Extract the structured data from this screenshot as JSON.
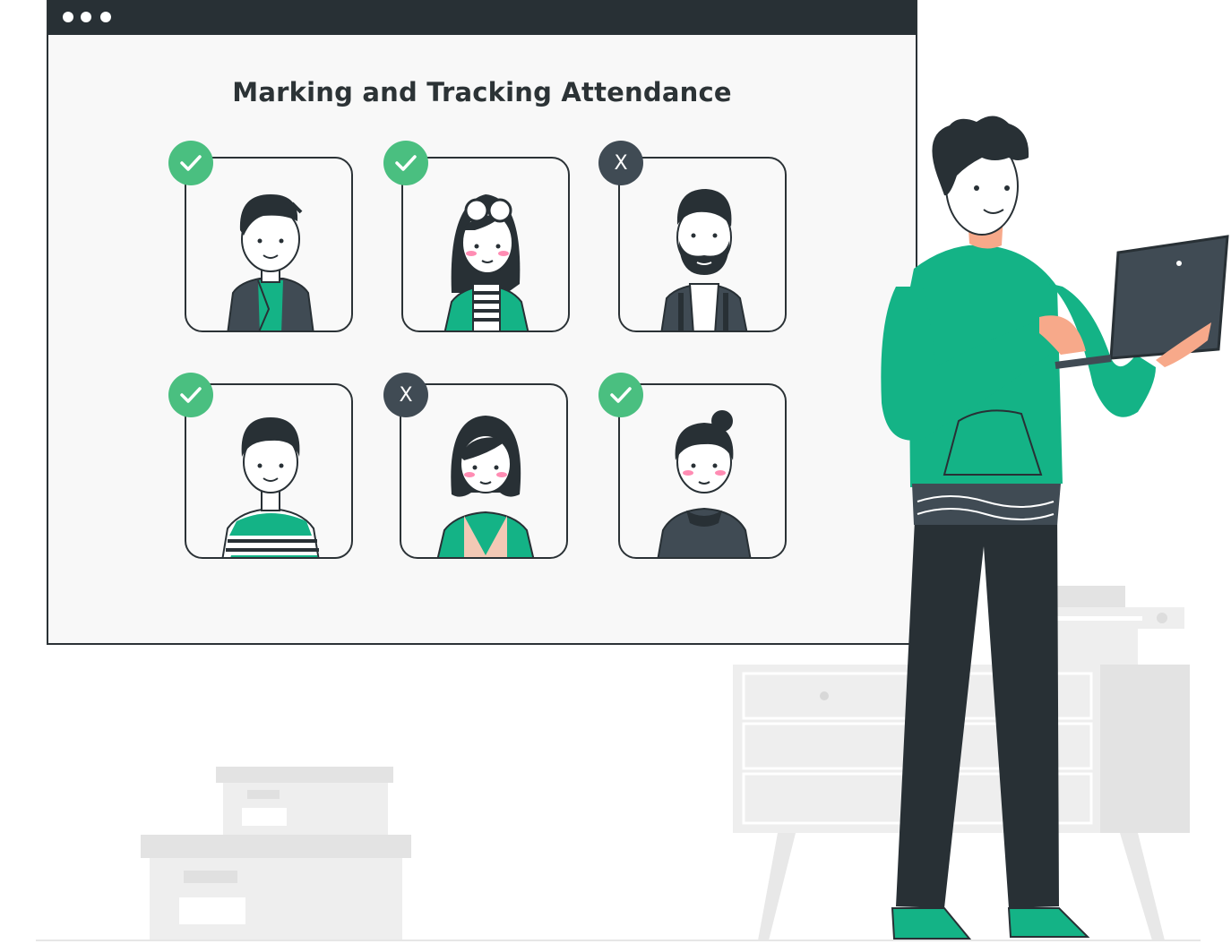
{
  "window": {
    "title": "Marking and Tracking Attendance",
    "titlebar_dots": [
      "window-dot-1",
      "window-dot-2",
      "window-dot-3"
    ]
  },
  "attendance": [
    {
      "status": "present",
      "icon": "checkmark-icon"
    },
    {
      "status": "present",
      "icon": "checkmark-icon"
    },
    {
      "status": "absent",
      "icon": "x-icon",
      "mark": "X"
    },
    {
      "status": "present",
      "icon": "checkmark-icon"
    },
    {
      "status": "absent",
      "icon": "x-icon",
      "mark": "X"
    },
    {
      "status": "present",
      "icon": "checkmark-icon"
    }
  ],
  "colors": {
    "accent_green": "#4abf80",
    "dark": "#283035",
    "hoodie_green": "#14b386",
    "absent_badge": "#404b54"
  }
}
